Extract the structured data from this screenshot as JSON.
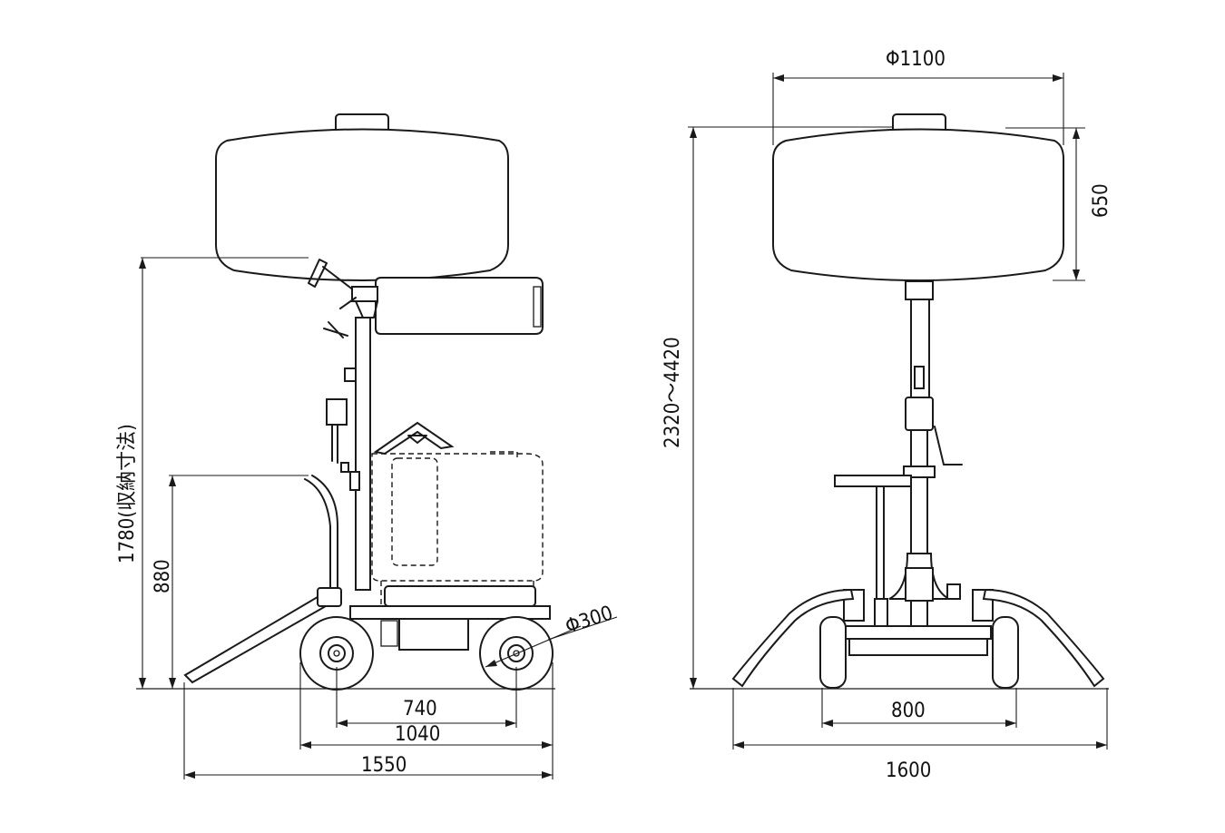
{
  "side_view": {
    "dims": {
      "stowed_height": "1780(収納寸法)",
      "handle_height": "880",
      "wheel_diameter": "Φ300",
      "wheelbase": "740",
      "wheel_outer": "1040",
      "total_length": "1550"
    }
  },
  "front_view": {
    "dims": {
      "balloon_diameter": "Φ1100",
      "balloon_height": "650",
      "extended_height": "2320～4420",
      "tread": "800",
      "total_width": "1600"
    }
  },
  "colors": {
    "line": "#1a1a1a",
    "background": "#ffffff"
  }
}
